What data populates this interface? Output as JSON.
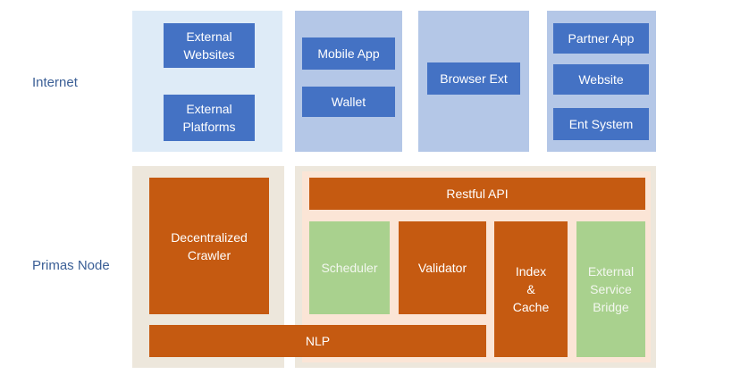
{
  "labels": {
    "internet": "Internet",
    "primas_node": "Primas Node"
  },
  "internet": {
    "external_websites": "External\nWebsites",
    "external_platforms": "External\nPlatforms",
    "mobile_app": "Mobile App",
    "wallet": "Wallet",
    "browser_ext": "Browser Ext",
    "partner_app": "Partner App",
    "website": "Website",
    "ent_system": "Ent System"
  },
  "node": {
    "decentralized_crawler": "Decentralized\nCrawler",
    "nlp": "NLP",
    "restful_api": "Restful API",
    "scheduler": "Scheduler",
    "validator": "Validator",
    "index_cache": "Index\n&\nCache",
    "external_service_bridge": "External\nService\nBridge"
  },
  "colors": {
    "internet_panel_light": "#deebf7",
    "internet_panel_mid": "#b4c7e7",
    "node_panel": "#ede7dc",
    "node_panel_inner": "#fbe5d6",
    "box_blue": "#4472c4",
    "box_orange": "#c55a11",
    "box_green": "#a9d18e",
    "label_text": "#3b5f96"
  }
}
